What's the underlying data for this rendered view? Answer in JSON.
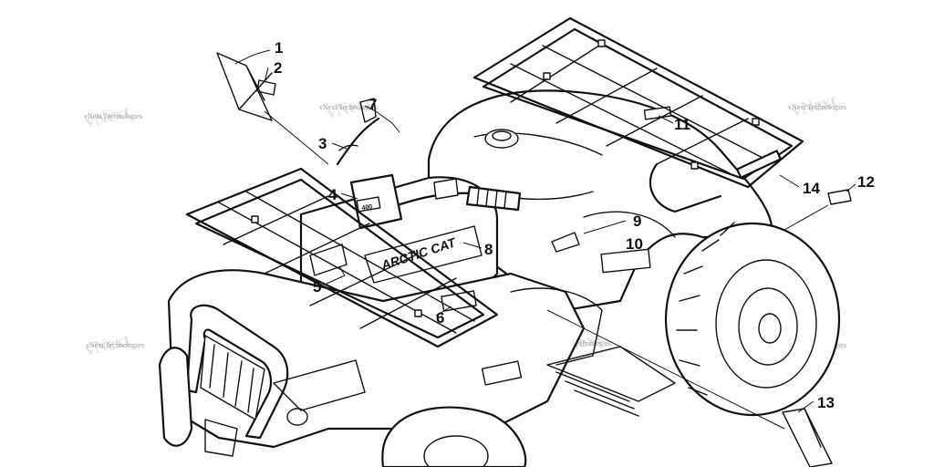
{
  "callouts": [
    {
      "id": "1",
      "label": "1"
    },
    {
      "id": "2",
      "label": "2"
    },
    {
      "id": "3",
      "label": "3"
    },
    {
      "id": "4",
      "label": "4"
    },
    {
      "id": "5",
      "label": "5"
    },
    {
      "id": "6",
      "label": "6"
    },
    {
      "id": "7",
      "label": "7"
    },
    {
      "id": "8",
      "label": "8"
    },
    {
      "id": "9",
      "label": "9"
    },
    {
      "id": "10",
      "label": "10"
    },
    {
      "id": "11",
      "label": "11"
    },
    {
      "id": "12",
      "label": "12"
    },
    {
      "id": "13",
      "label": "13"
    },
    {
      "id": "14",
      "label": "14"
    }
  ],
  "watermark": {
    "text": "vNext Technologies",
    "big_text": "vNext"
  },
  "decals": {
    "brand": "ARCTIC CAT",
    "display": "400"
  }
}
